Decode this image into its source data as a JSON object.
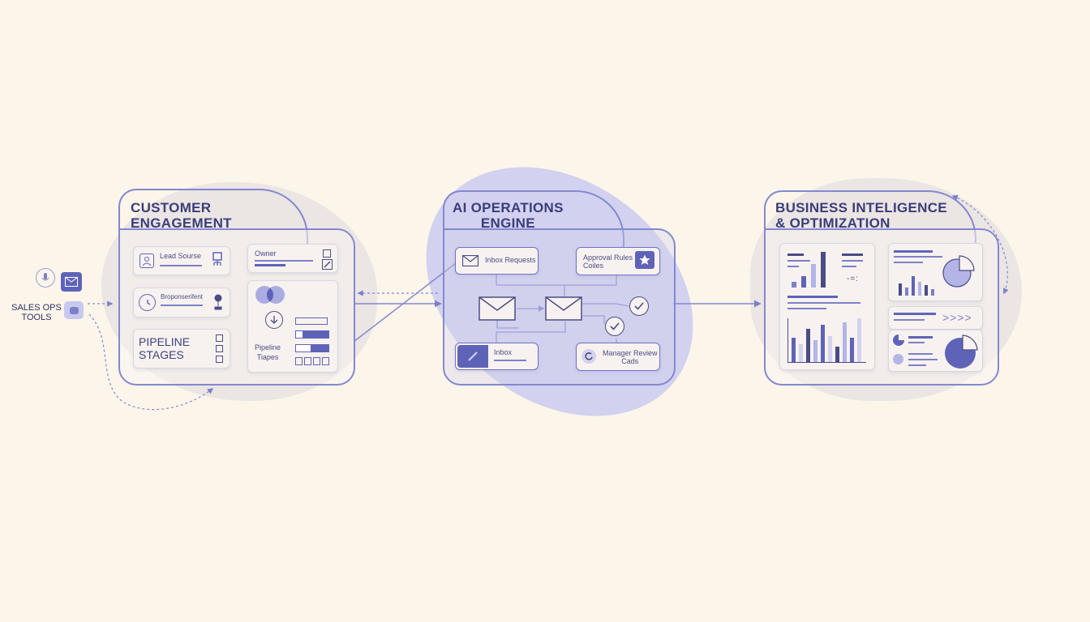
{
  "source": {
    "label": "SALES OPS\nTOOLS"
  },
  "panels": {
    "customer": {
      "title": "CUSTOMER\nENGAGEMENT",
      "cards": {
        "lead_source": "Lead Sourse",
        "owner": "Owner",
        "response": "Broponserifent",
        "pipeline_stages": "PIPELINE\nSTAGES",
        "pipeline_tiapes": "Pipeline\nTiapes"
      }
    },
    "ai": {
      "title": "AI OPERATIONS\nENGINE",
      "cards": {
        "inbox_requests": "Inbox Requests",
        "approval_rules": "Approval Rules\nCoiles",
        "inbox": "Inbox",
        "manager_review": "Manager Review\nCads"
      }
    },
    "bi": {
      "title": "BUSINESS INTELIGENCE\n& OPTIMIZATION",
      "charts": {
        "bars_a": [
          0.15,
          0.3,
          0.62,
          0.95
        ],
        "bars_b": [
          0.55,
          0.35,
          0.85,
          0.6,
          0.45,
          0.3
        ],
        "bars_c": [
          0.55,
          0.4,
          0.75,
          0.5,
          0.85,
          0.6,
          0.35,
          0.9,
          0.55,
          1.0
        ],
        "chevrons": ">>>>"
      }
    }
  },
  "colors": {
    "background": "#fcf5ea",
    "accent": "#5b5fb8",
    "line": "#8488cf",
    "blob": "#d4d2ee",
    "blob_grey": "#ebe5e3"
  }
}
